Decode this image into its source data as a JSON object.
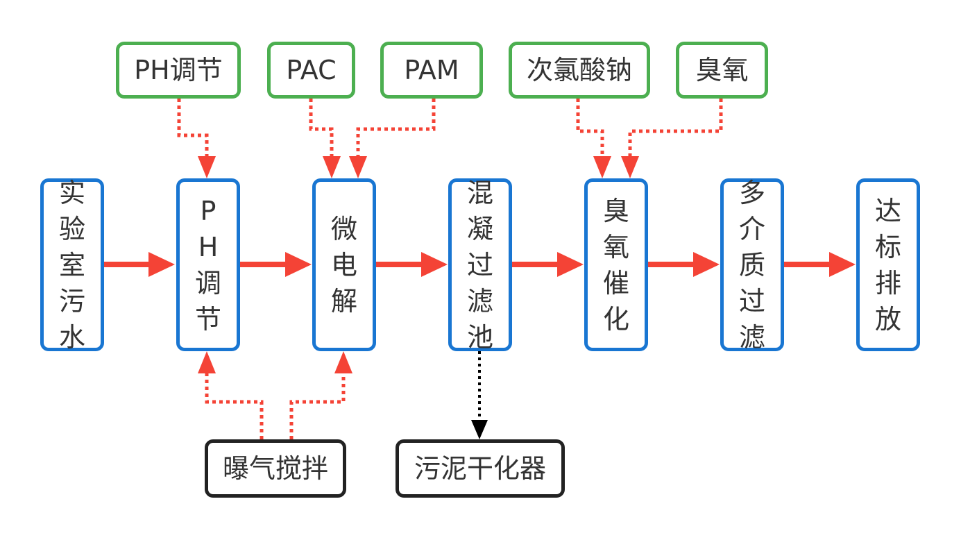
{
  "colors": {
    "input_border": "#4caf50",
    "process_border": "#1976d2",
    "aux_border": "#222222",
    "main_flow_arrow": "#f44336",
    "dosing_arrow": "#f44336",
    "sludge_arrow": "#000000"
  },
  "inputs": [
    {
      "id": "ph",
      "label": "PH调节"
    },
    {
      "id": "pac",
      "label": "PAC"
    },
    {
      "id": "pam",
      "label": "PAM"
    },
    {
      "id": "naclo",
      "label": "次氯酸钠"
    },
    {
      "id": "ozone",
      "label": "臭氧"
    }
  ],
  "process": [
    {
      "id": "wastewater",
      "label": "实验室污水"
    },
    {
      "id": "ph_adjust",
      "label": "PH调节"
    },
    {
      "id": "micro_electrolysis",
      "label": "微电解"
    },
    {
      "id": "coag_filter",
      "label": "混凝过滤池"
    },
    {
      "id": "ozone_catalysis",
      "label": "臭氧催化"
    },
    {
      "id": "multimedia_filter",
      "label": "多介质过滤"
    },
    {
      "id": "discharge",
      "label": "达标排放"
    }
  ],
  "auxiliary": [
    {
      "id": "aeration",
      "label": "曝气搅拌"
    },
    {
      "id": "sludge_dryer",
      "label": "污泥干化器"
    }
  ]
}
